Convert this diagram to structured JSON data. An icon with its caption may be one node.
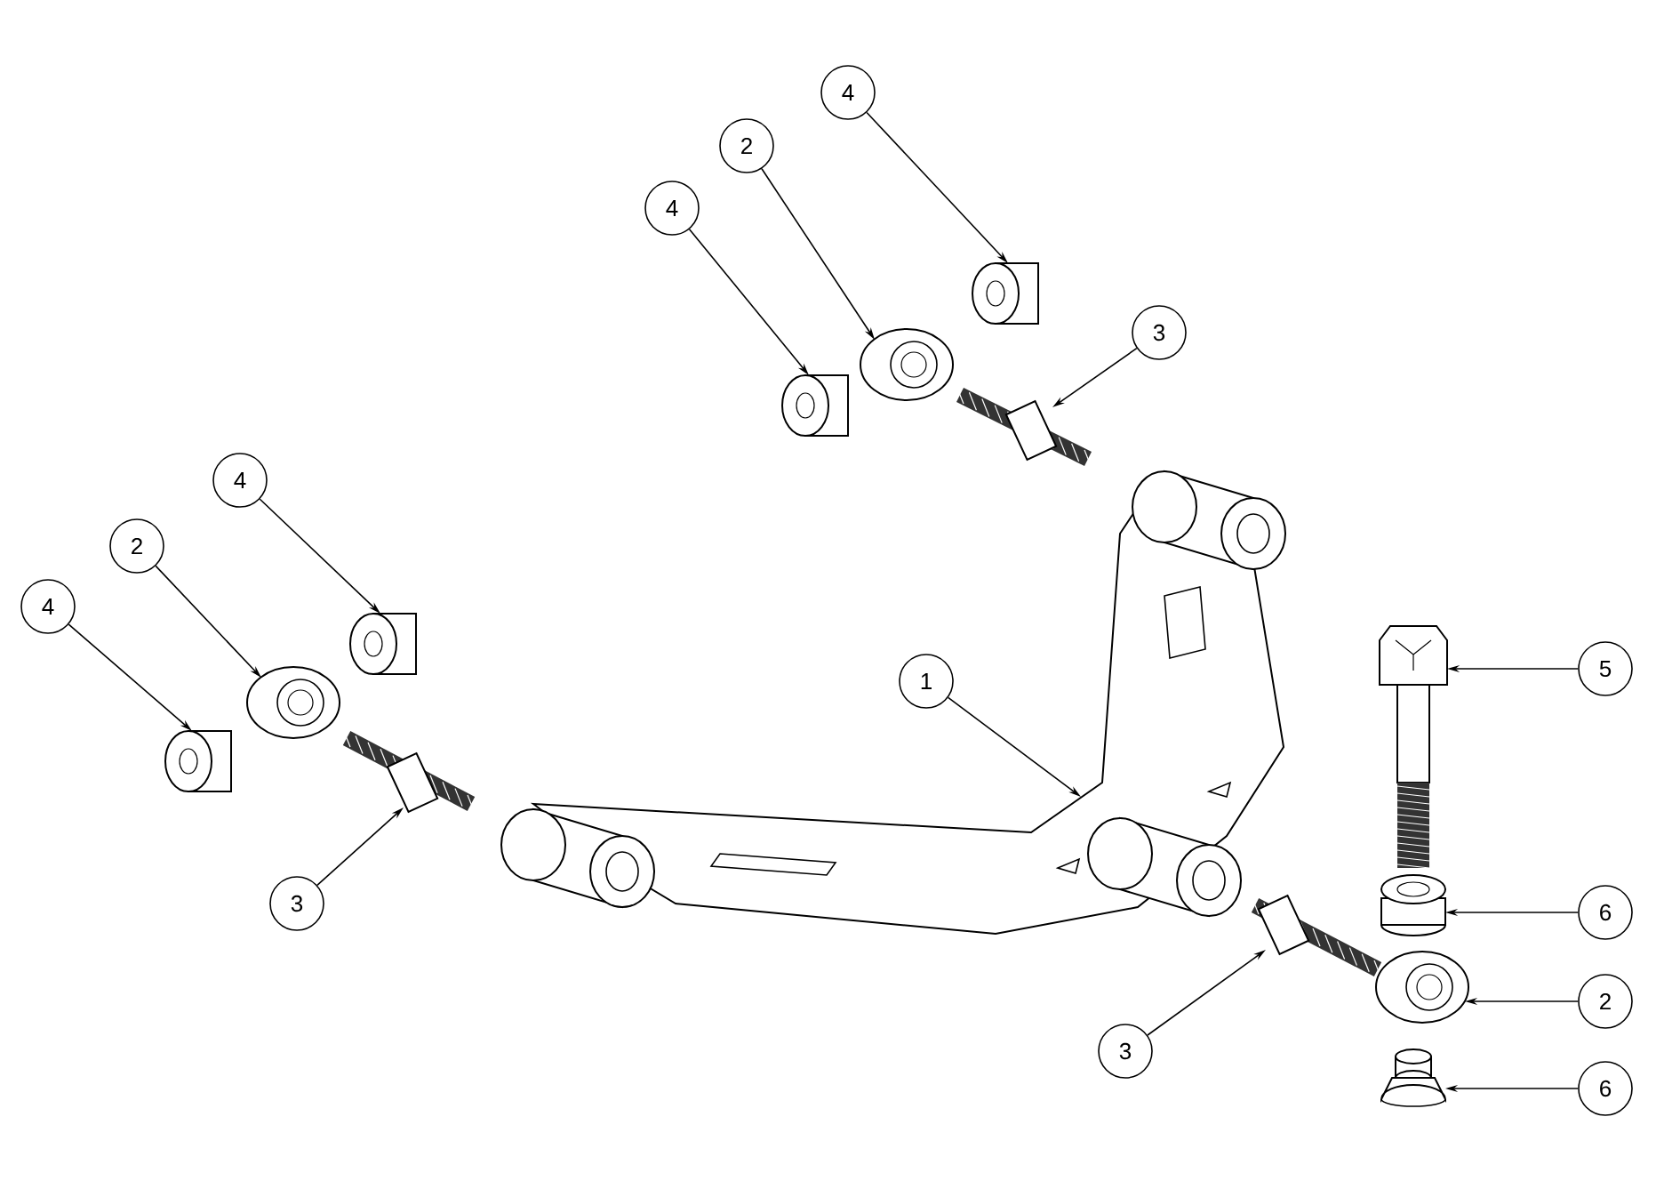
{
  "diagram": {
    "nodes": [
      {
        "text": [
          "4"
        ]
      },
      {
        "text": [
          "2"
        ]
      },
      {
        "text": [
          "4"
        ]
      },
      {
        "text": [
          "3"
        ]
      },
      {
        "text": [
          "4"
        ]
      },
      {
        "text": [
          "2"
        ]
      },
      {
        "text": [
          "4"
        ]
      },
      {
        "text": [
          "5"
        ]
      },
      {
        "text": [
          "1"
        ]
      },
      {
        "text": [
          "3"
        ]
      },
      {
        "text": [
          "6"
        ]
      },
      {
        "text": [
          "2"
        ]
      },
      {
        "text": [
          "3"
        ]
      },
      {
        "text": [
          "6"
        ]
      },
      {
        "text": [],
        "shape": "picture"
      },
      {
        "text": [],
        "shape": "picture"
      },
      {
        "text": [],
        "shape": "picture"
      },
      {
        "text": [],
        "shape": "picture"
      },
      {
        "text": [],
        "shape": "picture"
      },
      {
        "text": [],
        "shape": "picture"
      },
      {
        "text": [],
        "shape": "picture"
      },
      {
        "text": [],
        "shape": "picture"
      },
      {
        "text": [],
        "shape": "picture"
      },
      {
        "text": [],
        "shape": "picture"
      },
      {
        "text": [],
        "shape": "picture"
      },
      {
        "text": [],
        "shape": "picture"
      },
      {
        "text": [],
        "shape": "picture"
      },
      {
        "text": [],
        "shape": "picture"
      }
    ],
    "edges": [
      {
        "from": 0,
        "to": 14,
        "arrow": "to"
      },
      {
        "from": 1,
        "to": 15,
        "arrow": "to"
      },
      {
        "from": 2,
        "to": 16,
        "arrow": "to"
      },
      {
        "from": 3,
        "to": 17,
        "arrow": "to"
      },
      {
        "from": 4,
        "to": 18,
        "arrow": "to"
      },
      {
        "from": 5,
        "to": 19,
        "arrow": "to"
      },
      {
        "from": 6,
        "to": 20,
        "arrow": "to"
      },
      {
        "from": 7,
        "to": 21,
        "arrow": "to"
      },
      {
        "from": 8,
        "to": 22,
        "arrow": "to"
      },
      {
        "from": 9,
        "to": 23,
        "arrow": "to"
      },
      {
        "from": 10,
        "to": 24,
        "arrow": "to"
      },
      {
        "from": 11,
        "to": 25,
        "arrow": "to"
      },
      {
        "from": 12,
        "to": 26,
        "arrow": "to"
      },
      {
        "from": 13,
        "to": 27,
        "arrow": "to"
      }
    ]
  }
}
